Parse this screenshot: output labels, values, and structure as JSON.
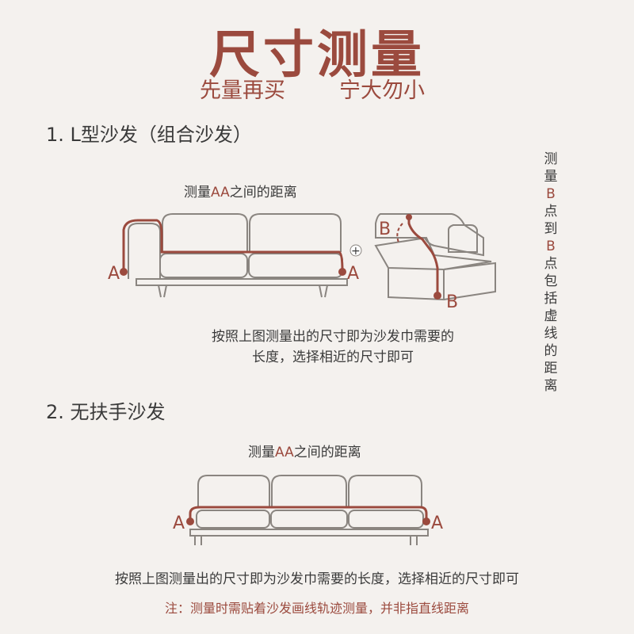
{
  "title": "尺寸测量",
  "subtitle_left": "先量再买",
  "subtitle_right": "宁大勿小",
  "section1": {
    "heading": "1. L型沙发（组合沙发）",
    "caption_prefix": "测量",
    "caption_highlight": "AA",
    "caption_suffix": "之间的距离",
    "description": "按照上图测量出的尺寸即为沙发巾需要的长度，选择相近的尺寸即可",
    "labels": {
      "a_left": "A",
      "a_right": "A",
      "b_top": "B",
      "b_bottom": "B",
      "plus": "+"
    }
  },
  "side_note": {
    "p1": "测量",
    "h1": "B",
    "p2": "点到",
    "h2": "B",
    "p3": "点包括虚线的距离"
  },
  "section2": {
    "heading": "2. 无扶手沙发",
    "caption_prefix": "测量",
    "caption_highlight": "AA",
    "caption_suffix": "之间的距离",
    "description": "按照上图测量出的尺寸即为沙发巾需要的长度，选择相近的尺寸即可",
    "labels": {
      "a_left": "A",
      "a_right": "A"
    }
  },
  "note": "注：测量时需贴着沙发画线轨迹测量，并非指直线距离",
  "colors": {
    "accent": "#9b4a3e",
    "line": "#8a8580",
    "background": "#f4f1ee"
  }
}
